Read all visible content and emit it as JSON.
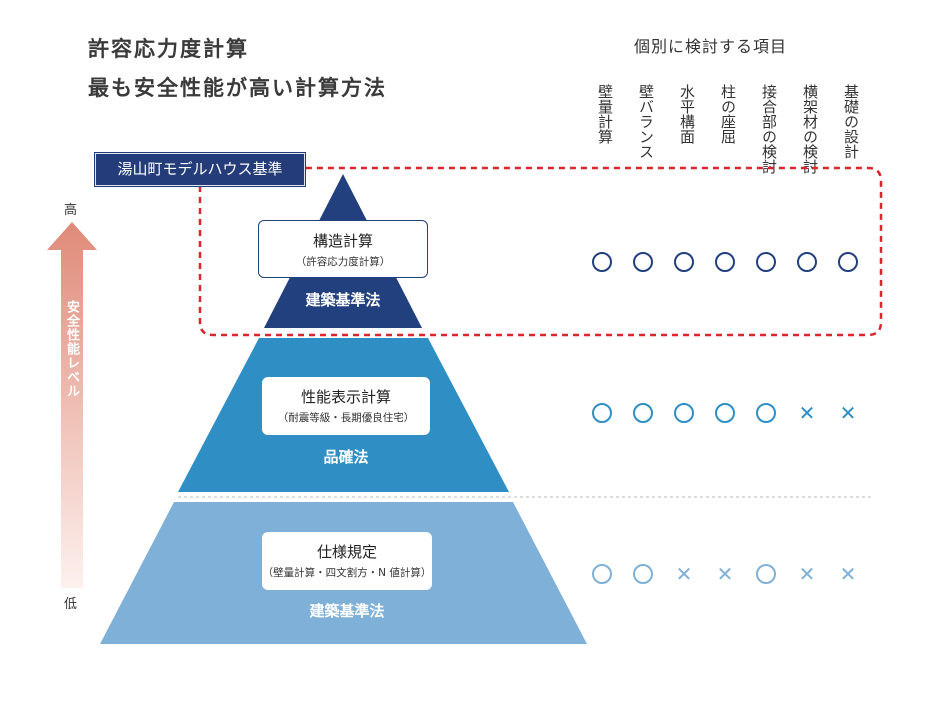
{
  "title_line1": "許容応力度計算",
  "title_line2": "最も安全性能が高い計算方法",
  "columns_header": "個別に検討する項目",
  "columns": [
    "壁量計算",
    "壁バランス",
    "水平構面",
    "柱の座屈",
    "接合部の検討",
    "横架材の検討",
    "基礎の設計"
  ],
  "standard_label": "湯山町モデルハウス基準",
  "axis": {
    "high": "高",
    "low": "低",
    "label": "安全性能レベル"
  },
  "tiers": [
    {
      "name": "構造計算",
      "sub": "（許容応力度計算）",
      "law": "建築基準法",
      "marks": [
        "circle",
        "circle",
        "circle",
        "circle",
        "circle",
        "circle",
        "circle"
      ]
    },
    {
      "name": "性能表示計算",
      "sub": "（耐震等級・長期優良住宅）",
      "law": "品確法",
      "marks": [
        "circle",
        "circle",
        "circle",
        "circle",
        "circle",
        "cross",
        "cross"
      ]
    },
    {
      "name": "仕様規定",
      "sub": "（壁量計算・四文割方・N 値計算）",
      "law": "建築基準法",
      "marks": [
        "circle",
        "circle",
        "cross",
        "cross",
        "circle",
        "cross",
        "cross"
      ]
    }
  ],
  "colors": {
    "tier_top": "#22407e",
    "tier_mid": "#2f8fc4",
    "tier_low": "#7fb0d8",
    "mark_top": "#22407e",
    "mark_mid": "#2f8fc4",
    "mark_low": "#7fb0d8",
    "dashed_frame": "#d9252c",
    "arrow_top": "#e08a78",
    "arrow_bottom": "#fbe9e5"
  }
}
